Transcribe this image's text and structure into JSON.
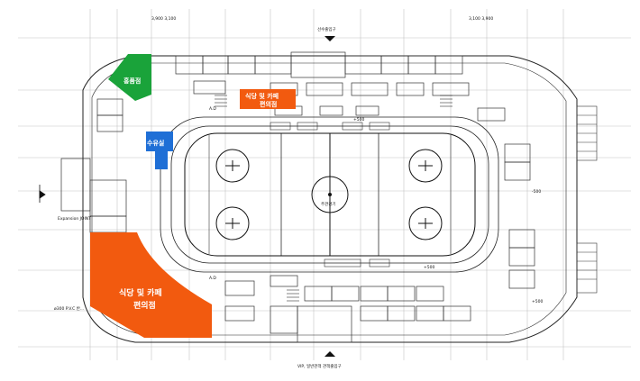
{
  "colors": {
    "merch": "#1aa33a",
    "nursing": "#1f6fd6",
    "food": "#f25a0f",
    "line": "#222222",
    "grid": "#bdbdbd"
  },
  "zones": {
    "merch_shop": "홍품점",
    "nursing_room": "수유실",
    "food_top_line1": "식당 및 카페",
    "food_top_line2": "편의점",
    "food_big_line1": "식당 및 카페",
    "food_big_line2": "편의점"
  },
  "dimensions": {
    "top_left": "3,900  3,100",
    "top_right": "3,100  3,900"
  },
  "labels": {
    "entrance_top": "선수출입구",
    "entrance_bottom": "VIP, 일반관객  관객출입구",
    "rink_center": "주관경기",
    "joint": "Expansion JOINT",
    "pvc": "ø300 P.V.C 반...",
    "level_500_a": "+500",
    "level_500_b": "+500",
    "level_500_c": "+500",
    "level_500_d": "-500",
    "ab_top": "A.D",
    "ab_bottom": "A.D"
  }
}
